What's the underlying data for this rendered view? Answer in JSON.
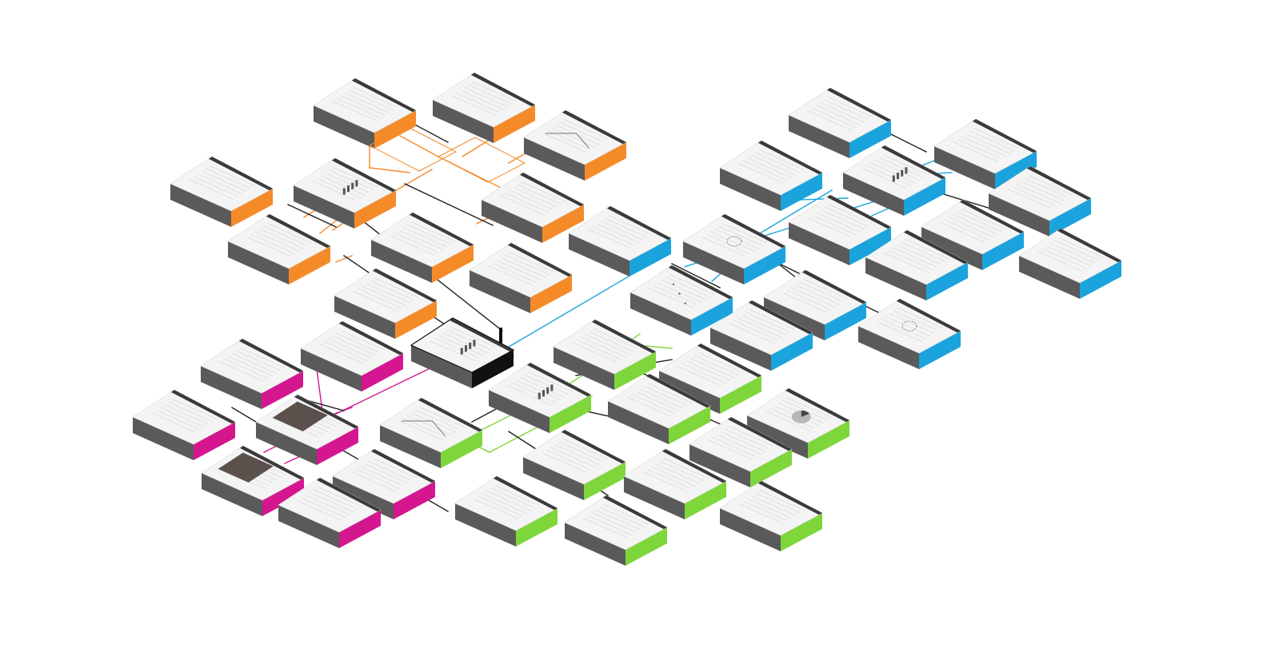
{
  "diagram": {
    "colors": {
      "background": "#ffffff",
      "orange": "#f58a29",
      "blue": "#1aa3dc",
      "magenta": "#d4168f",
      "green": "#7fd63a",
      "hub": "#111111",
      "slab_side": "#5a5a5a",
      "slab_back": "#3a3a3a",
      "screen_top": "#f4f4f4",
      "link_dark": "#222222"
    },
    "hub": {
      "name": "hub-screen",
      "accent": "hub"
    },
    "groups": [
      {
        "id": "orange",
        "accent": "orange",
        "hub_link": "hub-screen"
      },
      {
        "id": "blue",
        "accent": "blue",
        "hub_link": "hub-screen"
      },
      {
        "id": "magenta",
        "accent": "magenta",
        "hub_link": "hub-screen"
      },
      {
        "id": "green",
        "accent": "green",
        "hub_link": "hub-screen"
      }
    ]
  }
}
